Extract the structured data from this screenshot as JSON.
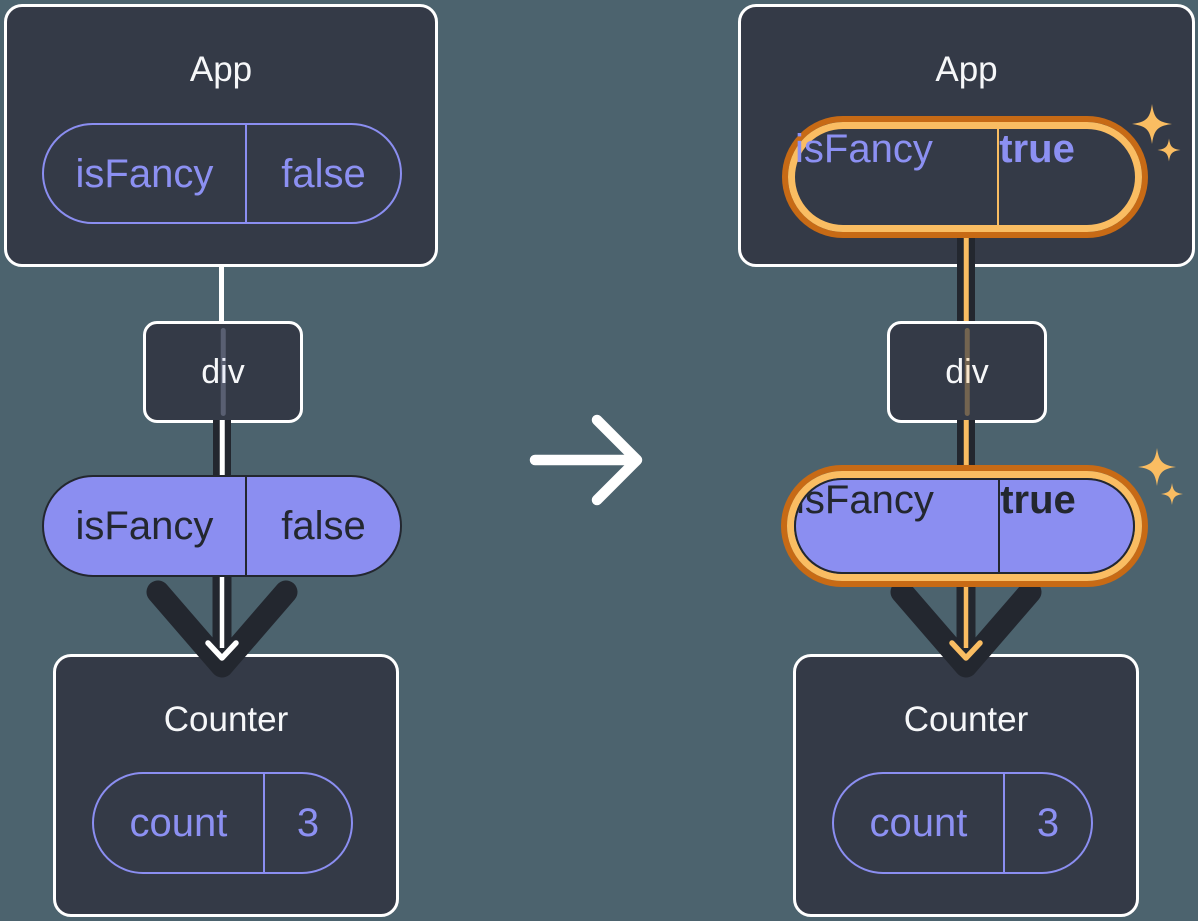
{
  "colors": {
    "background": "#4C636E",
    "card": "#343A47",
    "ink_dark": "#23272F",
    "purple": "#8B8EF1",
    "purple_text": "#8C90F2",
    "orange": "#C76A15",
    "orange_light": "#FABD62",
    "white": "#FFFFFF"
  },
  "before": {
    "app": {
      "title": "App",
      "prop_name": "isFancy",
      "prop_value": "false"
    },
    "div_label": "div",
    "passed_prop": {
      "name": "isFancy",
      "value": "false"
    },
    "counter": {
      "title": "Counter",
      "state_name": "count",
      "state_value": "3"
    }
  },
  "after": {
    "app": {
      "title": "App",
      "prop_name": "isFancy",
      "prop_value": "true"
    },
    "div_label": "div",
    "passed_prop": {
      "name": "isFancy",
      "value": "true"
    },
    "counter": {
      "title": "Counter",
      "state_name": "count",
      "state_value": "3"
    }
  }
}
